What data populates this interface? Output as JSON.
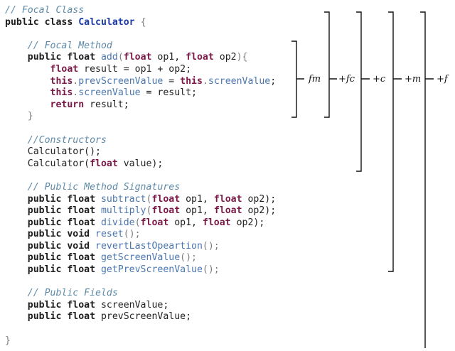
{
  "code_lines": [
    [
      {
        "t": "// Focal Class",
        "c": "comment"
      }
    ],
    [
      {
        "t": "public class ",
        "c": "keyword-dark"
      },
      {
        "t": "Calculator",
        "c": "type"
      },
      {
        "t": " {",
        "c": "punct"
      }
    ],
    [],
    [
      {
        "t": "    ",
        "c": "plain"
      },
      {
        "t": "// Focal Method",
        "c": "comment"
      }
    ],
    [
      {
        "t": "    ",
        "c": "plain"
      },
      {
        "t": "public float ",
        "c": "keyword-dark"
      },
      {
        "t": "add",
        "c": "method"
      },
      {
        "t": "(",
        "c": "punct"
      },
      {
        "t": "float",
        "c": "keyword"
      },
      {
        "t": " op1, ",
        "c": "plain"
      },
      {
        "t": "float",
        "c": "keyword"
      },
      {
        "t": " op2",
        "c": "plain"
      },
      {
        "t": "){",
        "c": "punct"
      }
    ],
    [
      {
        "t": "        ",
        "c": "plain"
      },
      {
        "t": "float",
        "c": "keyword"
      },
      {
        "t": " result = op1 + op2;",
        "c": "plain"
      }
    ],
    [
      {
        "t": "        ",
        "c": "plain"
      },
      {
        "t": "this",
        "c": "keyword"
      },
      {
        "t": ".",
        "c": "punct"
      },
      {
        "t": "prevScreenValue",
        "c": "member"
      },
      {
        "t": " = ",
        "c": "plain"
      },
      {
        "t": "this",
        "c": "keyword"
      },
      {
        "t": ".",
        "c": "punct"
      },
      {
        "t": "screenValue",
        "c": "member"
      },
      {
        "t": ";",
        "c": "plain"
      }
    ],
    [
      {
        "t": "        ",
        "c": "plain"
      },
      {
        "t": "this",
        "c": "keyword"
      },
      {
        "t": ".",
        "c": "punct"
      },
      {
        "t": "screenValue",
        "c": "member"
      },
      {
        "t": " = result;",
        "c": "plain"
      }
    ],
    [
      {
        "t": "        ",
        "c": "plain"
      },
      {
        "t": "return",
        "c": "keyword"
      },
      {
        "t": " result;",
        "c": "plain"
      }
    ],
    [
      {
        "t": "    }",
        "c": "punct"
      }
    ],
    [],
    [
      {
        "t": "    ",
        "c": "plain"
      },
      {
        "t": "//Constructors",
        "c": "comment"
      }
    ],
    [
      {
        "t": "    Calculator();",
        "c": "plain"
      }
    ],
    [
      {
        "t": "    Calculator(",
        "c": "plain"
      },
      {
        "t": "float",
        "c": "keyword"
      },
      {
        "t": " value);",
        "c": "plain"
      }
    ],
    [],
    [
      {
        "t": "    ",
        "c": "plain"
      },
      {
        "t": "// Public Method Signatures",
        "c": "comment"
      }
    ],
    [
      {
        "t": "    ",
        "c": "plain"
      },
      {
        "t": "public float ",
        "c": "keyword-dark"
      },
      {
        "t": "subtract",
        "c": "method"
      },
      {
        "t": "(",
        "c": "punct"
      },
      {
        "t": "float",
        "c": "keyword"
      },
      {
        "t": " op1, ",
        "c": "plain"
      },
      {
        "t": "float",
        "c": "keyword"
      },
      {
        "t": " op2);",
        "c": "plain"
      }
    ],
    [
      {
        "t": "    ",
        "c": "plain"
      },
      {
        "t": "public float ",
        "c": "keyword-dark"
      },
      {
        "t": "multiply",
        "c": "method"
      },
      {
        "t": "(",
        "c": "punct"
      },
      {
        "t": "float",
        "c": "keyword"
      },
      {
        "t": " op1, ",
        "c": "plain"
      },
      {
        "t": "float",
        "c": "keyword"
      },
      {
        "t": " op2);",
        "c": "plain"
      }
    ],
    [
      {
        "t": "    ",
        "c": "plain"
      },
      {
        "t": "public float ",
        "c": "keyword-dark"
      },
      {
        "t": "divide",
        "c": "method"
      },
      {
        "t": "(",
        "c": "punct"
      },
      {
        "t": "float",
        "c": "keyword"
      },
      {
        "t": " op1, ",
        "c": "plain"
      },
      {
        "t": "float",
        "c": "keyword"
      },
      {
        "t": " op2);",
        "c": "plain"
      }
    ],
    [
      {
        "t": "    ",
        "c": "plain"
      },
      {
        "t": "public void ",
        "c": "keyword-dark"
      },
      {
        "t": "reset",
        "c": "method"
      },
      {
        "t": "();",
        "c": "punct"
      }
    ],
    [
      {
        "t": "    ",
        "c": "plain"
      },
      {
        "t": "public void ",
        "c": "keyword-dark"
      },
      {
        "t": "revertLastOpeartion",
        "c": "method"
      },
      {
        "t": "();",
        "c": "punct"
      }
    ],
    [
      {
        "t": "    ",
        "c": "plain"
      },
      {
        "t": "public float ",
        "c": "keyword-dark"
      },
      {
        "t": "getScreenValue",
        "c": "method"
      },
      {
        "t": "();",
        "c": "punct"
      }
    ],
    [
      {
        "t": "    ",
        "c": "plain"
      },
      {
        "t": "public float ",
        "c": "keyword-dark"
      },
      {
        "t": "getPrevScreenValue",
        "c": "method"
      },
      {
        "t": "();",
        "c": "punct"
      }
    ],
    [],
    [
      {
        "t": "    ",
        "c": "plain"
      },
      {
        "t": "// Public Fields",
        "c": "comment"
      }
    ],
    [
      {
        "t": "    ",
        "c": "plain"
      },
      {
        "t": "public float ",
        "c": "keyword-dark"
      },
      {
        "t": "screenValue;",
        "c": "plain"
      }
    ],
    [
      {
        "t": "    ",
        "c": "plain"
      },
      {
        "t": "public float ",
        "c": "keyword-dark"
      },
      {
        "t": "prevScreenValue;",
        "c": "plain"
      }
    ],
    [],
    [
      {
        "t": "}",
        "c": "punct"
      }
    ]
  ],
  "brackets": {
    "fm": "fm",
    "fc": "+fc",
    "c": "+c",
    "m": "+m",
    "f": "+f"
  },
  "colors": {
    "comment": "#5e8aa8",
    "keyword": "#7a1848",
    "type": "#1a3aa8",
    "method": "#4a76b0",
    "bracket_line": "#111111"
  }
}
